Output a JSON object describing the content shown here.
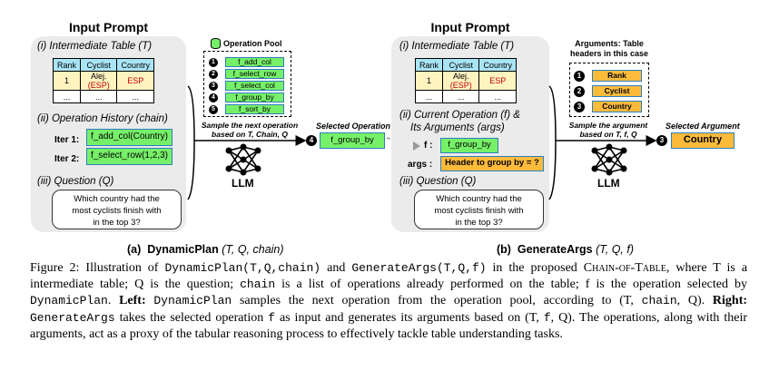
{
  "left": {
    "title": "Input Prompt",
    "table_label": "(i) Intermediate Table (T)",
    "table": {
      "headers": [
        "Rank",
        "Cyclist",
        "Country"
      ],
      "row1": [
        "1",
        "Alej.",
        "(ESP)",
        "ESP"
      ],
      "row2": [
        "...",
        "...",
        "..."
      ]
    },
    "history_label": "(ii) Operation History (chain)",
    "iter1_label": "Iter 1:",
    "iter1_op": "f_add_col(Country)",
    "iter2_label": "Iter 2:",
    "iter2_op": "f_select_row(1,2,3)",
    "question_label": "(iii) Question (Q)",
    "question": [
      "Which country had the",
      "most cyclists finish with",
      "in the top 3?"
    ],
    "pool_title": "Operation Pool",
    "pool_items": [
      "f_add_col",
      "f_select_row",
      "f_select_col",
      "f_group_by",
      "f_sort_by"
    ],
    "sample_text": [
      "Sample the next operation",
      "based on T, Chain, Q"
    ],
    "llm": "LLM",
    "step_num": "4",
    "selected_title": "Selected Operation",
    "selected_op": "f_group_by",
    "subcaption_prefix": "(a)",
    "subcaption_name": "DynamicPlan",
    "subcaption_args": "(T, Q, chain)"
  },
  "right": {
    "title": "Input Prompt",
    "table_label": "(i) Intermediate Table (T)",
    "table": {
      "headers": [
        "Rank",
        "Cyclist",
        "Country"
      ],
      "row1": [
        "1",
        "Alej.",
        "(ESP)",
        "ESP"
      ],
      "row2": [
        "...",
        "...",
        "..."
      ]
    },
    "current_label": [
      "(ii) Current Operation (f) &",
      "Its Arguments (args)"
    ],
    "f_label": "f :",
    "f_op": "f_group_by",
    "args_label": "args :",
    "args_value": "Header to group by = ?",
    "question_label": "(iii) Question (Q)",
    "question": [
      "Which country had the",
      "most cyclists finish with",
      "in the top 3?"
    ],
    "args_title": [
      "Arguments: Table",
      "headers in this case"
    ],
    "args_items": [
      "Rank",
      "Cyclist",
      "Country"
    ],
    "args_nums": [
      "1",
      "2",
      "3"
    ],
    "sample_text": [
      "Sample the argument",
      "based on T, f, Q"
    ],
    "llm": "LLM",
    "step_num": "3",
    "selected_title": "Selected Argument",
    "selected_arg": "Country",
    "subcaption_prefix": "(b)",
    "subcaption_name": "GenerateArgs",
    "subcaption_args": "(T, Q, f)"
  },
  "pool_nums": [
    "1",
    "2",
    "3",
    "4",
    "5"
  ],
  "caption": {
    "fig": "Figure 2:",
    "p1": "Illustration of",
    "dp": "DynamicPlan",
    "dp_args": "(T,Q,chain)",
    "and": "and",
    "ga": "GenerateArgs",
    "ga_args": "(T,Q,f)",
    "p2": "in the proposed",
    "cot": "Chain-of-Table",
    "p3": ", where T is a intermediate table; Q is the question;",
    "chain": "chain",
    "p4": "is a list of operations already performed on the table; f is the operation selected by",
    "p5": ".",
    "left_b": "Left:",
    "p6": "samples the next operation from the operation pool, according to (T,",
    "p7": ", Q).",
    "right_b": "Right:",
    "p8": "takes the selected operation",
    "f": "f",
    "p9": "as input and generates its arguments based on (T,",
    "p10": ", Q). The operations, along with their arguments, act as a proxy of the tabular reasoning process to effectively tackle table understanding tasks."
  }
}
